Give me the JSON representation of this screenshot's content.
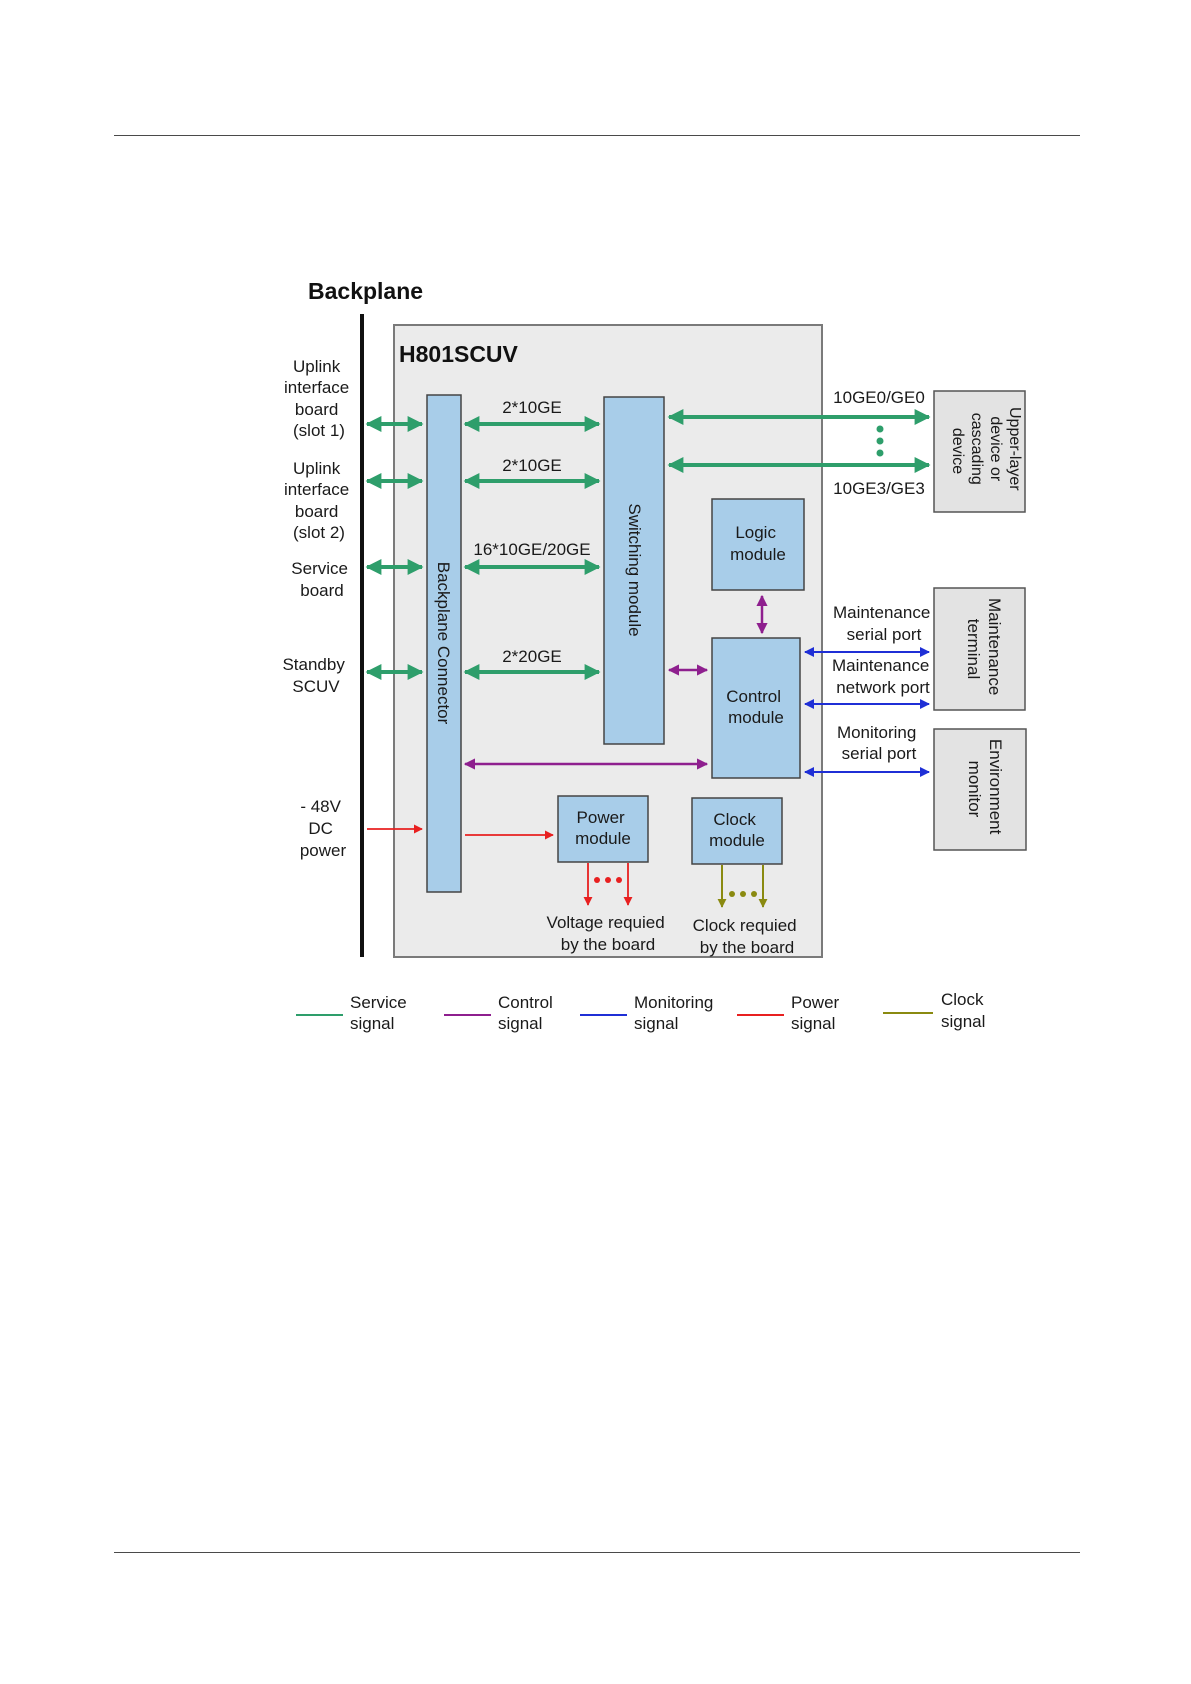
{
  "diagram": {
    "backplane_title": "Backplane",
    "board_title": "H801SCUV",
    "left_labels": {
      "uplink1": [
        "Uplink",
        "interface",
        "board",
        "(slot 1)"
      ],
      "uplink2": [
        "Uplink",
        "interface",
        "board",
        "(slot 2)"
      ],
      "service_board": [
        "Service",
        "board"
      ],
      "standby": [
        "Standby",
        "SCUV"
      ],
      "power_input": [
        "- 48V",
        "DC",
        "power"
      ]
    },
    "modules": {
      "backplane_connector": "Backplane Connector",
      "switching": "Switching module",
      "logic": [
        "Logic",
        "module"
      ],
      "control": [
        "Control",
        "module"
      ],
      "power": [
        "Power",
        "module"
      ],
      "clock": [
        "Clock",
        "module"
      ]
    },
    "link_labels": {
      "link1": "2*10GE",
      "link2": "2*10GE",
      "link3": "16*10GE/20GE",
      "link4": "2*20GE",
      "uplink_top": "10GE0/GE0",
      "uplink_bottom": "10GE3/GE3",
      "maint_serial": [
        "Maintenance",
        "serial port"
      ],
      "maint_network": [
        "Maintenance",
        "network port"
      ],
      "monitor_serial": [
        "Monitoring",
        "serial port"
      ]
    },
    "external_devices": {
      "upper_layer": [
        "Upper-layer",
        "device or",
        "cascading",
        "device"
      ],
      "maint_terminal": [
        "Maintenance",
        "terminal"
      ],
      "env_monitor": [
        "Environment",
        "monitor"
      ]
    },
    "outputs": {
      "voltage": [
        "Voltage requied",
        "by the board"
      ],
      "clock": [
        "Clock requied",
        "by the board"
      ]
    },
    "legend": [
      {
        "line1": "Service",
        "line2": "signal",
        "color": "#2e9e6b"
      },
      {
        "line1": "Control",
        "line2": "signal",
        "color": "#8e1f8e"
      },
      {
        "line1": "Monitoring",
        "line2": "signal",
        "color": "#1f2fd6"
      },
      {
        "line1": "Power",
        "line2": "signal",
        "color": "#e82020"
      },
      {
        "line1": "Clock",
        "line2": "signal",
        "color": "#8a8a10"
      }
    ],
    "colors": {
      "service": "#2e9e6b",
      "control": "#8e1f8e",
      "monitoring": "#1f2fd6",
      "power": "#e82020",
      "clock": "#8a8a10",
      "module_fill": "#a8cde9",
      "board_fill": "#ebebeb",
      "device_fill": "#e3e3e3"
    }
  }
}
